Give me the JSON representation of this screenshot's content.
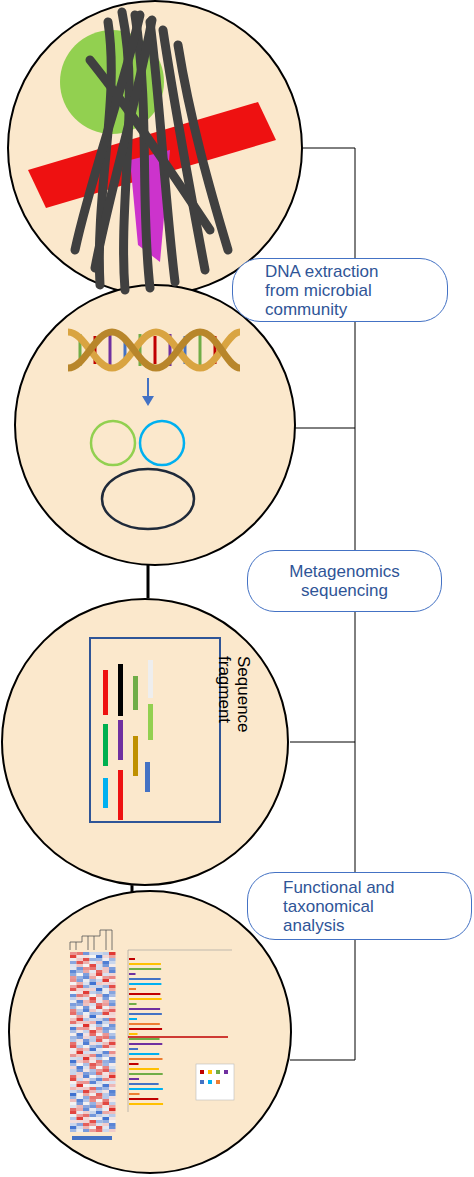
{
  "diagram": {
    "nodes": [
      {
        "text": [
          "DNA extraction from microbial community"
        ]
      },
      {
        "text": [
          "Metagenomics sequencing"
        ]
      },
      {
        "text": [
          "Sequence fragment"
        ]
      },
      {
        "text": [
          "Functional and taxonomical analysis"
        ]
      }
    ]
  }
}
